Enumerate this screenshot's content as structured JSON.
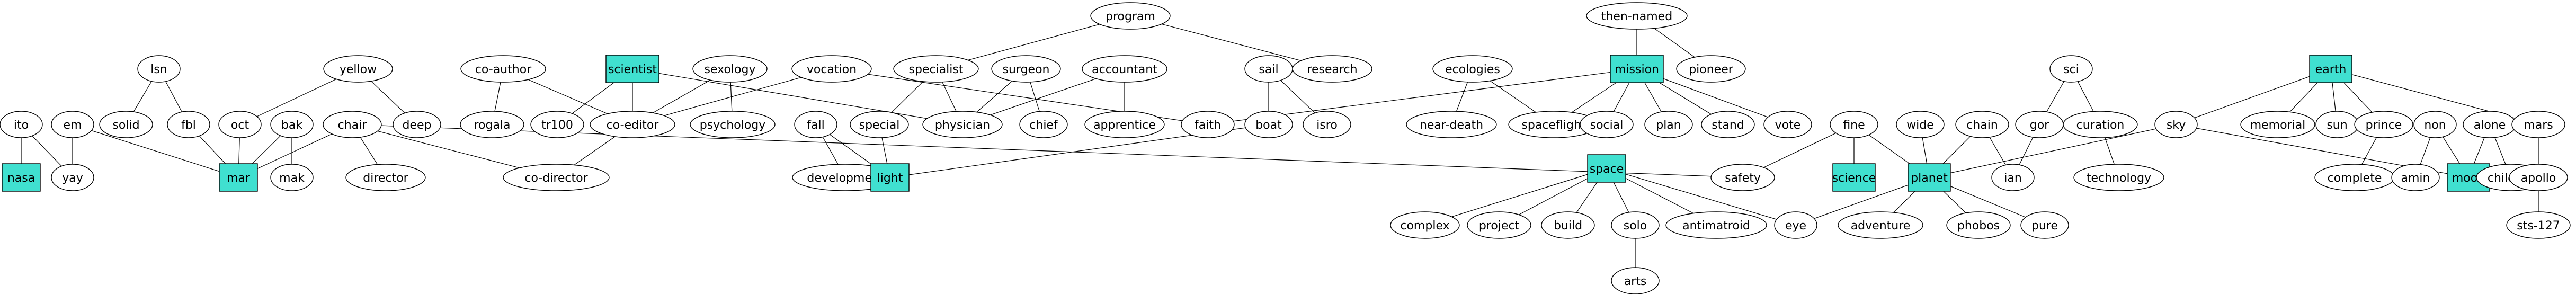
{
  "colors": {
    "highlight": "#40e0d0",
    "stroke": "#000000",
    "background": "#ffffff"
  },
  "nodes": [
    {
      "id": "program",
      "label": "program",
      "shape": "ellipse"
    },
    {
      "id": "then-named",
      "label": "then-named",
      "shape": "ellipse"
    },
    {
      "id": "lsn",
      "label": "lsn",
      "shape": "ellipse"
    },
    {
      "id": "yellow",
      "label": "yellow",
      "shape": "ellipse"
    },
    {
      "id": "co-author",
      "label": "co-author",
      "shape": "ellipse"
    },
    {
      "id": "scientist",
      "label": "scientist",
      "shape": "box"
    },
    {
      "id": "sexology",
      "label": "sexology",
      "shape": "ellipse"
    },
    {
      "id": "vocation",
      "label": "vocation",
      "shape": "ellipse"
    },
    {
      "id": "specialist",
      "label": "specialist",
      "shape": "ellipse"
    },
    {
      "id": "surgeon",
      "label": "surgeon",
      "shape": "ellipse"
    },
    {
      "id": "accountant",
      "label": "accountant",
      "shape": "ellipse"
    },
    {
      "id": "research",
      "label": "research",
      "shape": "ellipse"
    },
    {
      "id": "sail",
      "label": "sail",
      "shape": "ellipse"
    },
    {
      "id": "ecologies",
      "label": "ecologies",
      "shape": "ellipse"
    },
    {
      "id": "mission",
      "label": "mission",
      "shape": "box"
    },
    {
      "id": "pioneer",
      "label": "pioneer",
      "shape": "ellipse"
    },
    {
      "id": "sci",
      "label": "sci",
      "shape": "ellipse"
    },
    {
      "id": "earth",
      "label": "earth",
      "shape": "box"
    },
    {
      "id": "ito",
      "label": "ito",
      "shape": "ellipse"
    },
    {
      "id": "em",
      "label": "em",
      "shape": "ellipse"
    },
    {
      "id": "solid",
      "label": "solid",
      "shape": "ellipse"
    },
    {
      "id": "fbl",
      "label": "fbl",
      "shape": "ellipse"
    },
    {
      "id": "oct",
      "label": "oct",
      "shape": "ellipse"
    },
    {
      "id": "bak",
      "label": "bak",
      "shape": "ellipse"
    },
    {
      "id": "chair",
      "label": "chair",
      "shape": "ellipse"
    },
    {
      "id": "deep",
      "label": "deep",
      "shape": "ellipse"
    },
    {
      "id": "rogala",
      "label": "rogala",
      "shape": "ellipse"
    },
    {
      "id": "tr100",
      "label": "tr100",
      "shape": "ellipse"
    },
    {
      "id": "co-editor",
      "label": "co-editor",
      "shape": "ellipse"
    },
    {
      "id": "psychology",
      "label": "psychology",
      "shape": "ellipse"
    },
    {
      "id": "fall",
      "label": "fall",
      "shape": "ellipse"
    },
    {
      "id": "special",
      "label": "special",
      "shape": "ellipse"
    },
    {
      "id": "physician",
      "label": "physician",
      "shape": "ellipse"
    },
    {
      "id": "chief",
      "label": "chief",
      "shape": "ellipse"
    },
    {
      "id": "apprentice",
      "label": "apprentice",
      "shape": "ellipse"
    },
    {
      "id": "faith",
      "label": "faith",
      "shape": "ellipse"
    },
    {
      "id": "boat",
      "label": "boat",
      "shape": "ellipse"
    },
    {
      "id": "isro",
      "label": "isro",
      "shape": "ellipse"
    },
    {
      "id": "near-death",
      "label": "near-death",
      "shape": "ellipse"
    },
    {
      "id": "spaceflight",
      "label": "spaceflight",
      "shape": "ellipse"
    },
    {
      "id": "social",
      "label": "social",
      "shape": "ellipse"
    },
    {
      "id": "plan",
      "label": "plan",
      "shape": "ellipse"
    },
    {
      "id": "stand",
      "label": "stand",
      "shape": "ellipse"
    },
    {
      "id": "vote",
      "label": "vote",
      "shape": "ellipse"
    },
    {
      "id": "fine",
      "label": "fine",
      "shape": "ellipse"
    },
    {
      "id": "wide",
      "label": "wide",
      "shape": "ellipse"
    },
    {
      "id": "chain",
      "label": "chain",
      "shape": "ellipse"
    },
    {
      "id": "gor",
      "label": "gor",
      "shape": "ellipse"
    },
    {
      "id": "curation",
      "label": "curation",
      "shape": "ellipse"
    },
    {
      "id": "sky",
      "label": "sky",
      "shape": "ellipse"
    },
    {
      "id": "memorial",
      "label": "memorial",
      "shape": "ellipse"
    },
    {
      "id": "sun",
      "label": "sun",
      "shape": "ellipse"
    },
    {
      "id": "prince",
      "label": "prince",
      "shape": "ellipse"
    },
    {
      "id": "non",
      "label": "non",
      "shape": "ellipse"
    },
    {
      "id": "alone",
      "label": "alone",
      "shape": "ellipse"
    },
    {
      "id": "mars",
      "label": "mars",
      "shape": "ellipse"
    },
    {
      "id": "nasa",
      "label": "nasa",
      "shape": "box"
    },
    {
      "id": "yay",
      "label": "yay",
      "shape": "ellipse"
    },
    {
      "id": "mar",
      "label": "mar",
      "shape": "box"
    },
    {
      "id": "mak",
      "label": "mak",
      "shape": "ellipse"
    },
    {
      "id": "director",
      "label": "director",
      "shape": "ellipse"
    },
    {
      "id": "co-director",
      "label": "co-director",
      "shape": "ellipse"
    },
    {
      "id": "development",
      "label": "development",
      "shape": "ellipse"
    },
    {
      "id": "light",
      "label": "light",
      "shape": "box"
    },
    {
      "id": "space",
      "label": "space",
      "shape": "box"
    },
    {
      "id": "safety",
      "label": "safety",
      "shape": "ellipse"
    },
    {
      "id": "science",
      "label": "science",
      "shape": "box"
    },
    {
      "id": "planet",
      "label": "planet",
      "shape": "box"
    },
    {
      "id": "ian",
      "label": "ian",
      "shape": "ellipse"
    },
    {
      "id": "technology",
      "label": "technology",
      "shape": "ellipse"
    },
    {
      "id": "complete",
      "label": "complete",
      "shape": "ellipse"
    },
    {
      "id": "amin",
      "label": "amin",
      "shape": "ellipse"
    },
    {
      "id": "moon",
      "label": "moon",
      "shape": "box"
    },
    {
      "id": "children",
      "label": "children",
      "shape": "ellipse"
    },
    {
      "id": "apollo",
      "label": "apollo",
      "shape": "ellipse"
    },
    {
      "id": "complex",
      "label": "complex",
      "shape": "ellipse"
    },
    {
      "id": "project",
      "label": "project",
      "shape": "ellipse"
    },
    {
      "id": "build",
      "label": "build",
      "shape": "ellipse"
    },
    {
      "id": "solo",
      "label": "solo",
      "shape": "ellipse"
    },
    {
      "id": "antimatroid",
      "label": "antimatroid",
      "shape": "ellipse"
    },
    {
      "id": "eye",
      "label": "eye",
      "shape": "ellipse"
    },
    {
      "id": "adventure",
      "label": "adventure",
      "shape": "ellipse"
    },
    {
      "id": "phobos",
      "label": "phobos",
      "shape": "ellipse"
    },
    {
      "id": "pure",
      "label": "pure",
      "shape": "ellipse"
    },
    {
      "id": "sts-127",
      "label": "sts-127",
      "shape": "ellipse"
    },
    {
      "id": "arts",
      "label": "arts",
      "shape": "ellipse"
    }
  ],
  "edges": [
    [
      "program",
      "specialist"
    ],
    [
      "program",
      "research"
    ],
    [
      "then-named",
      "mission"
    ],
    [
      "then-named",
      "pioneer"
    ],
    [
      "lsn",
      "solid"
    ],
    [
      "lsn",
      "fbl"
    ],
    [
      "yellow",
      "oct"
    ],
    [
      "yellow",
      "deep"
    ],
    [
      "co-author",
      "rogala"
    ],
    [
      "co-author",
      "co-editor"
    ],
    [
      "scientist",
      "tr100"
    ],
    [
      "scientist",
      "co-editor"
    ],
    [
      "scientist",
      "physician"
    ],
    [
      "sexology",
      "co-editor"
    ],
    [
      "sexology",
      "psychology"
    ],
    [
      "vocation",
      "co-editor"
    ],
    [
      "vocation",
      "faith"
    ],
    [
      "specialist",
      "special"
    ],
    [
      "specialist",
      "physician"
    ],
    [
      "surgeon",
      "physician"
    ],
    [
      "surgeon",
      "chief"
    ],
    [
      "accountant",
      "physician"
    ],
    [
      "accountant",
      "apprentice"
    ],
    [
      "sail",
      "boat"
    ],
    [
      "sail",
      "isro"
    ],
    [
      "ecologies",
      "near-death"
    ],
    [
      "ecologies",
      "spaceflight"
    ],
    [
      "mission",
      "faith"
    ],
    [
      "mission",
      "spaceflight"
    ],
    [
      "mission",
      "social"
    ],
    [
      "mission",
      "plan"
    ],
    [
      "mission",
      "stand"
    ],
    [
      "mission",
      "vote"
    ],
    [
      "sci",
      "gor"
    ],
    [
      "sci",
      "curation"
    ],
    [
      "earth",
      "sky"
    ],
    [
      "earth",
      "memorial"
    ],
    [
      "earth",
      "sun"
    ],
    [
      "earth",
      "prince"
    ],
    [
      "earth",
      "mars"
    ],
    [
      "ito",
      "nasa"
    ],
    [
      "ito",
      "yay"
    ],
    [
      "em",
      "yay"
    ],
    [
      "em",
      "mar"
    ],
    [
      "fbl",
      "mar"
    ],
    [
      "oct",
      "mar"
    ],
    [
      "bak",
      "mar"
    ],
    [
      "bak",
      "mak"
    ],
    [
      "chair",
      "mar"
    ],
    [
      "chair",
      "director"
    ],
    [
      "chair",
      "co-director"
    ],
    [
      "chair",
      "safety"
    ],
    [
      "co-editor",
      "co-director"
    ],
    [
      "fall",
      "development"
    ],
    [
      "fall",
      "light"
    ],
    [
      "special",
      "light"
    ],
    [
      "boat",
      "light"
    ],
    [
      "fine",
      "safety"
    ],
    [
      "fine",
      "science"
    ],
    [
      "fine",
      "planet"
    ],
    [
      "wide",
      "planet"
    ],
    [
      "chain",
      "planet"
    ],
    [
      "chain",
      "ian"
    ],
    [
      "gor",
      "ian"
    ],
    [
      "curation",
      "technology"
    ],
    [
      "sky",
      "planet"
    ],
    [
      "sky",
      "moon"
    ],
    [
      "prince",
      "complete"
    ],
    [
      "non",
      "amin"
    ],
    [
      "non",
      "moon"
    ],
    [
      "alone",
      "moon"
    ],
    [
      "alone",
      "children"
    ],
    [
      "mars",
      "apollo"
    ],
    [
      "space",
      "complex"
    ],
    [
      "space",
      "project"
    ],
    [
      "space",
      "build"
    ],
    [
      "space",
      "solo"
    ],
    [
      "space",
      "antimatroid"
    ],
    [
      "space",
      "eye"
    ],
    [
      "planet",
      "eye"
    ],
    [
      "planet",
      "adventure"
    ],
    [
      "planet",
      "phobos"
    ],
    [
      "planet",
      "pure"
    ],
    [
      "apollo",
      "sts-127"
    ],
    [
      "solo",
      "arts"
    ]
  ]
}
